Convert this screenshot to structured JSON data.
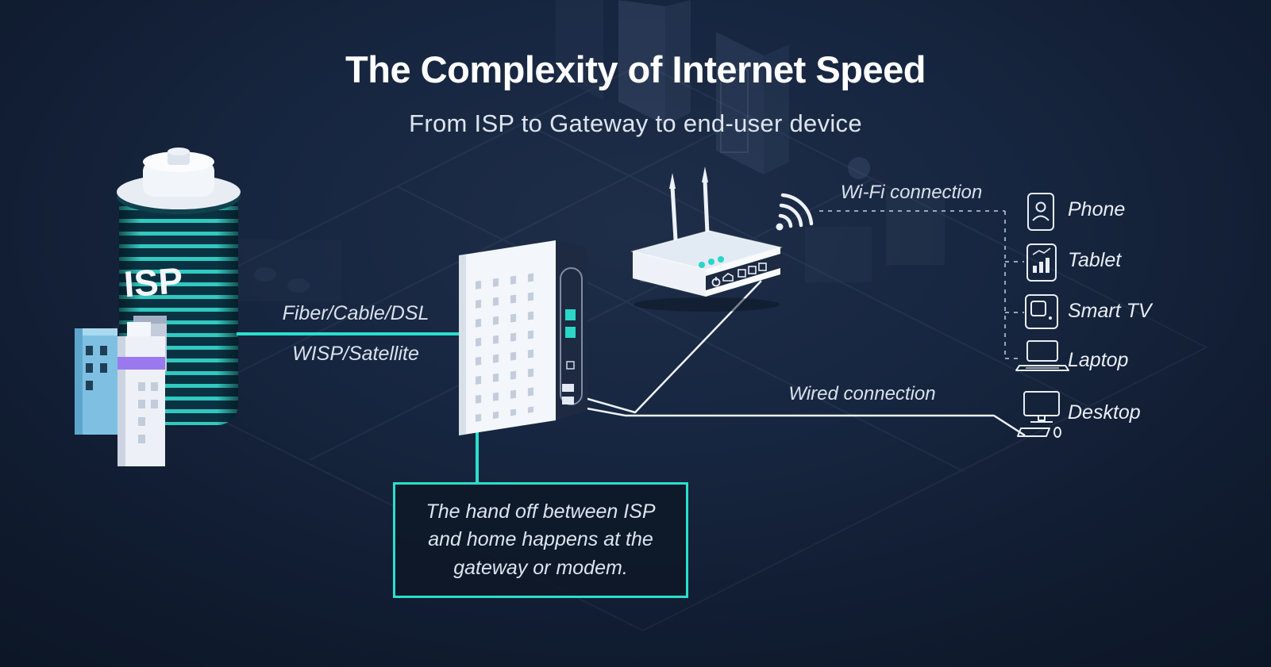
{
  "header": {
    "title": "The Complexity of Internet Speed",
    "subtitle": "From ISP to Gateway to end-user device"
  },
  "isp": {
    "label": "ISP"
  },
  "connections": {
    "access_primary": "Fiber/Cable/DSL",
    "access_secondary": "WISP/Satellite",
    "wifi": "Wi-Fi connection",
    "wired": "Wired connection"
  },
  "devices": [
    {
      "id": "phone",
      "label": "Phone",
      "icon": "phone-icon"
    },
    {
      "id": "tablet",
      "label": "Tablet",
      "icon": "tablet-icon"
    },
    {
      "id": "smart-tv",
      "label": "Smart TV",
      "icon": "smart-tv-icon"
    },
    {
      "id": "laptop",
      "label": "Laptop",
      "icon": "laptop-icon"
    },
    {
      "id": "desktop",
      "label": "Desktop",
      "icon": "desktop-icon"
    }
  ],
  "callout": {
    "text": "The hand off between ISP and home happens at the gateway or modem."
  },
  "colors": {
    "accent_teal": "#2adfcd",
    "accent_purple": "#9a79ee",
    "building_blue": "#7fc0e2",
    "background_navy": "#13203a",
    "panel_navy": "#0e1828",
    "text_primary": "#ffffff",
    "text_muted": "#d9e1ec"
  }
}
